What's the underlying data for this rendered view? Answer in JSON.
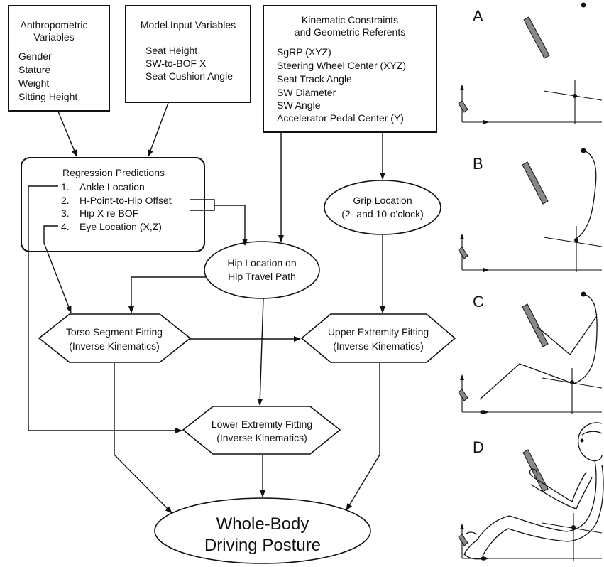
{
  "anthropometric": {
    "title_line1": "Anthropometric",
    "title_line2": "Variables",
    "items": [
      "Gender",
      "Stature",
      "Weight",
      "Sitting Height"
    ]
  },
  "model_input": {
    "title": "Model Input Variables",
    "items": [
      "Seat Height",
      "SW-to-BOF X",
      "Seat Cushion Angle"
    ]
  },
  "kinematic": {
    "title_line1": "Kinematic Constraints",
    "title_line2": "and Geometric Referents",
    "items": [
      "SgRP (XYZ)",
      "Steering Wheel Center (XYZ)",
      "Seat Track Angle",
      "SW Diameter",
      "SW Angle",
      "Accelerator Pedal Center (Y)"
    ]
  },
  "regression": {
    "title": "Regression Predictions",
    "items": [
      {
        "num": "1.",
        "text": "Ankle Location"
      },
      {
        "num": "2.",
        "text": "H-Point-to-Hip Offset"
      },
      {
        "num": "3.",
        "text": "Hip X re BOF"
      },
      {
        "num": "4.",
        "text": "Eye Location (X,Z)"
      }
    ]
  },
  "grip": {
    "line1": "Grip Location",
    "line2": "(2- and 10-o'clock)"
  },
  "hip": {
    "line1": "Hip Location on",
    "line2": "Hip Travel Path"
  },
  "torso": {
    "line1": "Torso Segment Fitting",
    "line2": "(Inverse Kinematics)"
  },
  "upper": {
    "line1": "Upper Extremity Fitting",
    "line2": "(Inverse Kinematics)"
  },
  "lower": {
    "line1": "Lower Extremity Fitting",
    "line2": "(Inverse Kinematics)"
  },
  "output": {
    "line1": "Whole-Body",
    "line2": "Driving Posture"
  },
  "panels": {
    "a": "A",
    "b": "B",
    "c": "C",
    "d": "D"
  }
}
